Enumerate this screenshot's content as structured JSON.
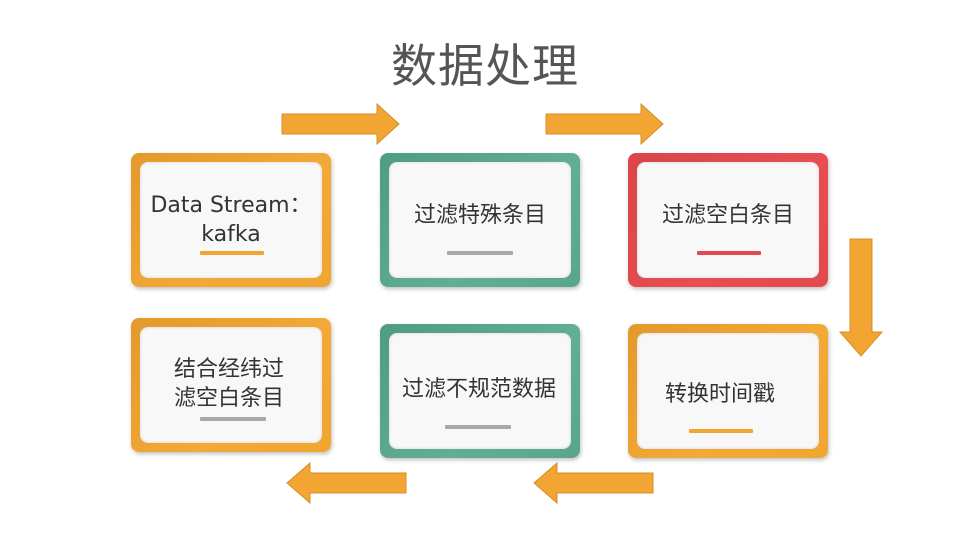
{
  "title": "数据处理",
  "colors": {
    "orange": "#F2A533",
    "green": "#5AAA8E",
    "red": "#E34A4E",
    "gray_line": "#A8A8A8",
    "arrow": "#F2A533"
  },
  "steps": [
    {
      "lines": [
        "Data Stream：",
        "kafka"
      ],
      "color": "orange",
      "underline": "orange"
    },
    {
      "lines": [
        "过滤特殊条目"
      ],
      "color": "green",
      "underline": "gray"
    },
    {
      "lines": [
        "过滤空白条目"
      ],
      "color": "red",
      "underline": "red"
    },
    {
      "lines": [
        "转换时间戳"
      ],
      "color": "orange",
      "underline": "orange"
    },
    {
      "lines": [
        "过滤不规范数据"
      ],
      "color": "green",
      "underline": "gray"
    },
    {
      "lines": [
        "结合经纬过",
        "滤空白条目"
      ],
      "color": "orange",
      "underline": "gray"
    }
  ]
}
